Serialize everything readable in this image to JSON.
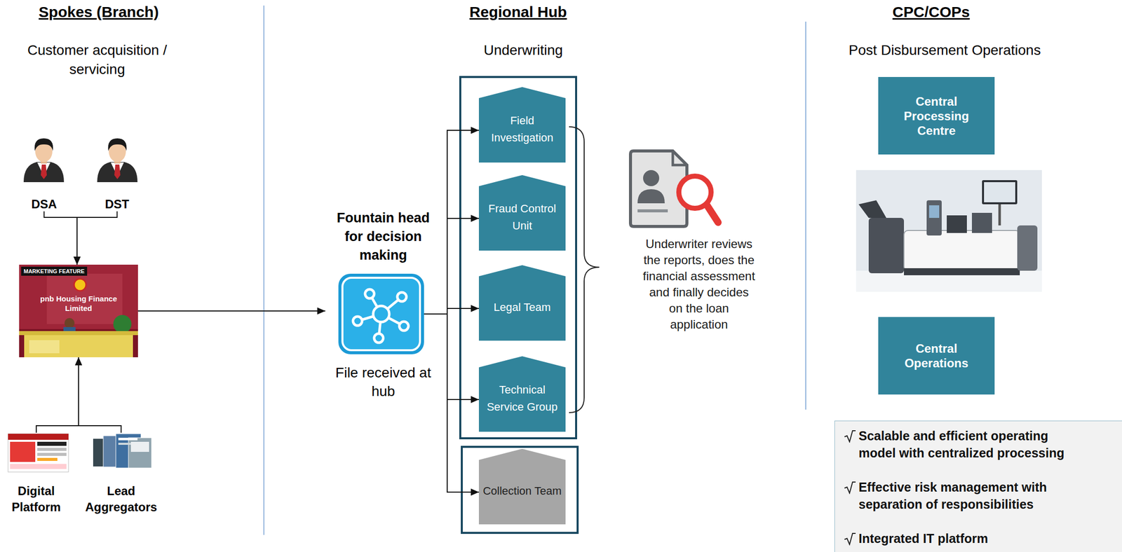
{
  "diagram": {
    "nodes": [
      {
        "text": [
          "DSA"
        ]
      },
      {
        "text": [
          "DST"
        ]
      },
      {
        "text": [
          "MARKETING FEATURE",
          "pnb Housing Finance Limited"
        ]
      },
      {
        "text": [
          "Digital Platform"
        ]
      },
      {
        "text": [
          "Lead Aggregators"
        ]
      },
      {
        "text": [
          "Fountain head for decision making",
          "File received at hub"
        ]
      },
      {
        "text": [
          "Field Investigation"
        ]
      },
      {
        "text": [
          "Fraud Control Unit"
        ]
      },
      {
        "text": [
          "Legal Team"
        ]
      },
      {
        "text": [
          "Technical Service Group"
        ]
      },
      {
        "text": [
          "Collection Team"
        ]
      },
      {
        "text": [
          "Underwriter reviews the reports, does the financial assessment and finally decides on the loan application"
        ]
      },
      {
        "text": [
          "Central Processing Centre"
        ]
      },
      {
        "text": [
          "Central Operations"
        ]
      },
      {
        "text": [
          "Scalable and efficient operating model with centralized processing",
          "Effective risk management with separation of responsibilities",
          "Integrated IT platform"
        ]
      }
    ],
    "edges": [
      {
        "from": 0,
        "to": 2,
        "arrow": "to"
      },
      {
        "from": 1,
        "to": 2,
        "arrow": "to"
      },
      {
        "from": 3,
        "to": 2,
        "arrow": "to"
      },
      {
        "from": 4,
        "to": 2,
        "arrow": "to"
      },
      {
        "from": 2,
        "to": 5,
        "arrow": "to"
      },
      {
        "from": 5,
        "to": 6,
        "arrow": "to"
      },
      {
        "from": 5,
        "to": 7,
        "arrow": "to"
      },
      {
        "from": 5,
        "to": 8,
        "arrow": "to"
      },
      {
        "from": 5,
        "to": 9,
        "arrow": "to"
      },
      {
        "from": 5,
        "to": 10,
        "arrow": "to"
      }
    ],
    "labels": [
      "Spokes (Branch)",
      "Customer acquisition / servicing",
      "Regional Hub",
      "Underwriting",
      "CPC/COPs",
      "Post Disbursement Operations"
    ]
  }
}
